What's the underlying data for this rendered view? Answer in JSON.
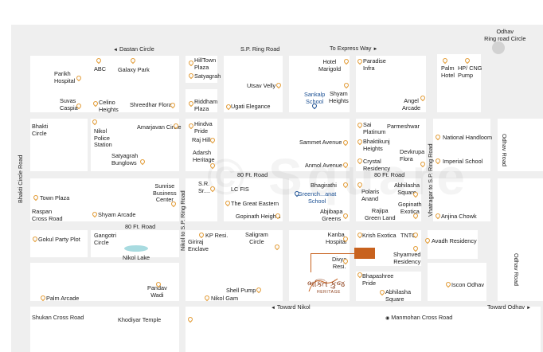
{
  "roads": {
    "sp_ring_road_top": "S.P. Ring Road",
    "dastan_circle": "Dastan Circle",
    "to_express_way": "To Express Way",
    "odhav_ring_road_circle": [
      "Odhav",
      "Ring road Circle"
    ],
    "eighty_ft_road_mid": "80 Ft. Road",
    "eighty_ft_road_left": "80 Ft. Road",
    "eighty_ft_road_right": "80 Ft. Road",
    "bhakti_circle_road": "Bhakti Circle Road",
    "nikol_ring_road": "Nikol to S.P. Ring Road",
    "vastrapur_ring_road": "Vhatragar to S.P. Ring Road",
    "odhav_road_upper": "Odhav Road",
    "odhav_road_lower": "Odhav Road",
    "toward_nikol": "Toward Nikol",
    "toward_odhav": "Toward Odhav",
    "manmohan_cross_road": "Manmohan Cross Road",
    "shukan_cross_road": "Shukan Cross Road",
    "khodiyar_temple": "Khodiyar Temple"
  },
  "places": {
    "parikh_hospital": [
      "Parikh",
      "Hospital"
    ],
    "abc": "ABC",
    "galaxy_park": "Galaxy Park",
    "suvas_caspia": [
      "Suvas",
      "Caspia"
    ],
    "celino_heights": [
      "Celino",
      "Heights"
    ],
    "shreedhar_flora": "Shreedhar Flora",
    "hilltown_plaza": [
      "HillTown",
      "Plaza"
    ],
    "satyagrah": "Satyagrah",
    "riddham_plaza": [
      "Riddham",
      "Plaza"
    ],
    "ugati_elegance": "Ugati Elegance",
    "utsav_velly": "Utsav Velly",
    "hotel_marigold": [
      "Hotel",
      "Marigold"
    ],
    "sankalp_school": [
      "Sankalp",
      "School"
    ],
    "shyam_heights": [
      "Shyam",
      "Heights"
    ],
    "paradise_infra": [
      "Paradise",
      "Infra"
    ],
    "angel_arcade": [
      "Angel",
      "Arcade"
    ],
    "palm_hotel": [
      "Palm",
      "Hotel"
    ],
    "hp_cng_pump": [
      "HP/ CNG",
      "Pump"
    ],
    "bhakti_circle": [
      "Bhakti",
      "Circle"
    ],
    "nikol_police_station": [
      "Nikol",
      "Police",
      "Station"
    ],
    "amarjavan_circle": "Amarjavan Circle",
    "satyagrah_bunglows": [
      "Satyagrah",
      "Bunglows"
    ],
    "hindva_pride": [
      "Hindva",
      "Pride"
    ],
    "raj_hills": "Raj Hills",
    "adarsh_heritage": [
      "Adarsh",
      "Heritage"
    ],
    "sammet_avenue": "Sammet Avenue",
    "anmol_avenue": "Anmol Avenue",
    "sai_platinum": [
      "Sai",
      "Platinum"
    ],
    "parmeshwar": "Parmeshwar",
    "bhaktikunj_heights": [
      "Bhaktikunj",
      "Heights"
    ],
    "crystal_residency": [
      "Crystal",
      "Residency"
    ],
    "devkrupa_flora": [
      "Devkrupa",
      "Flora"
    ],
    "national_handloom": "National Handloom",
    "imperial_school": "Imperial School",
    "town_plaza": "Town Plaza",
    "raspan_cross_road": [
      "Raspan",
      "Cross Road"
    ],
    "sunrise_business_center": [
      "Sunrise",
      "Business",
      "Center"
    ],
    "shyam_arcade": "Shyam Arcade",
    "sr_short": [
      "S.R.",
      "Sr...."
    ],
    "lc_block": "LC FIS",
    "the_great_eastern": "The Great Eastern",
    "gopinath_heights": "Gopinath Heights",
    "bhagirathi": "Bhagirathi",
    "green_school": [
      "Greench...anat",
      "School"
    ],
    "abjibapa_greens": [
      "Abjibapa",
      "Greens"
    ],
    "polaris_anand": [
      "Polaris",
      "Anand"
    ],
    "abhilasha_square_top": [
      "Abhilasha",
      "Square"
    ],
    "gopinath_exotica": [
      "Gopinath",
      "Exotica"
    ],
    "rajipa_green_land": [
      "Rajipa",
      "Green Land"
    ],
    "anjina_chowk": "Anjina Chowk",
    "gokul_party_plot": "Gokul Party Plot",
    "gangotri_circle": [
      "Gangotri",
      "Circle"
    ],
    "nikol_lake": "Nikol Lake",
    "kp_resi": "KP Resi.",
    "giriraj_enclave": [
      "Giriraj",
      "Enclave"
    ],
    "saligram_circle": [
      "Saligram",
      "Circle"
    ],
    "kanba_hospital": [
      "Kanba",
      "Hospital"
    ],
    "divya_resi": [
      "Divya",
      "Resi."
    ],
    "krish_exotica": "Krish Exotica",
    "tntc": "TNTC",
    "avadh_residency": "Avadh Residency",
    "shyamved_residency": [
      "Shyamved",
      "Residency"
    ],
    "bhapashree_pride": [
      "Bhapashree",
      "Pride"
    ],
    "abhilasha_square_bottom": [
      "Abhilasha",
      "Square"
    ],
    "iscon_odhav": "Iscon Odhav",
    "palm_arcade": "Palm Arcade",
    "pandav_wadi": [
      "Pandav",
      "Wadi"
    ],
    "shell_pump": "Shell Pump",
    "nikol_gam": "Nikol Gam"
  },
  "project_logo": {
    "text": "ભક્તિ કુંજ",
    "sub": "HERITAGE"
  },
  "colors": {
    "road": "#efefef",
    "block": "#ffffff",
    "pin": "#e39a32",
    "project": "#c8621e",
    "lake": "#a8dbe0",
    "school_text": "#1a4f93"
  }
}
